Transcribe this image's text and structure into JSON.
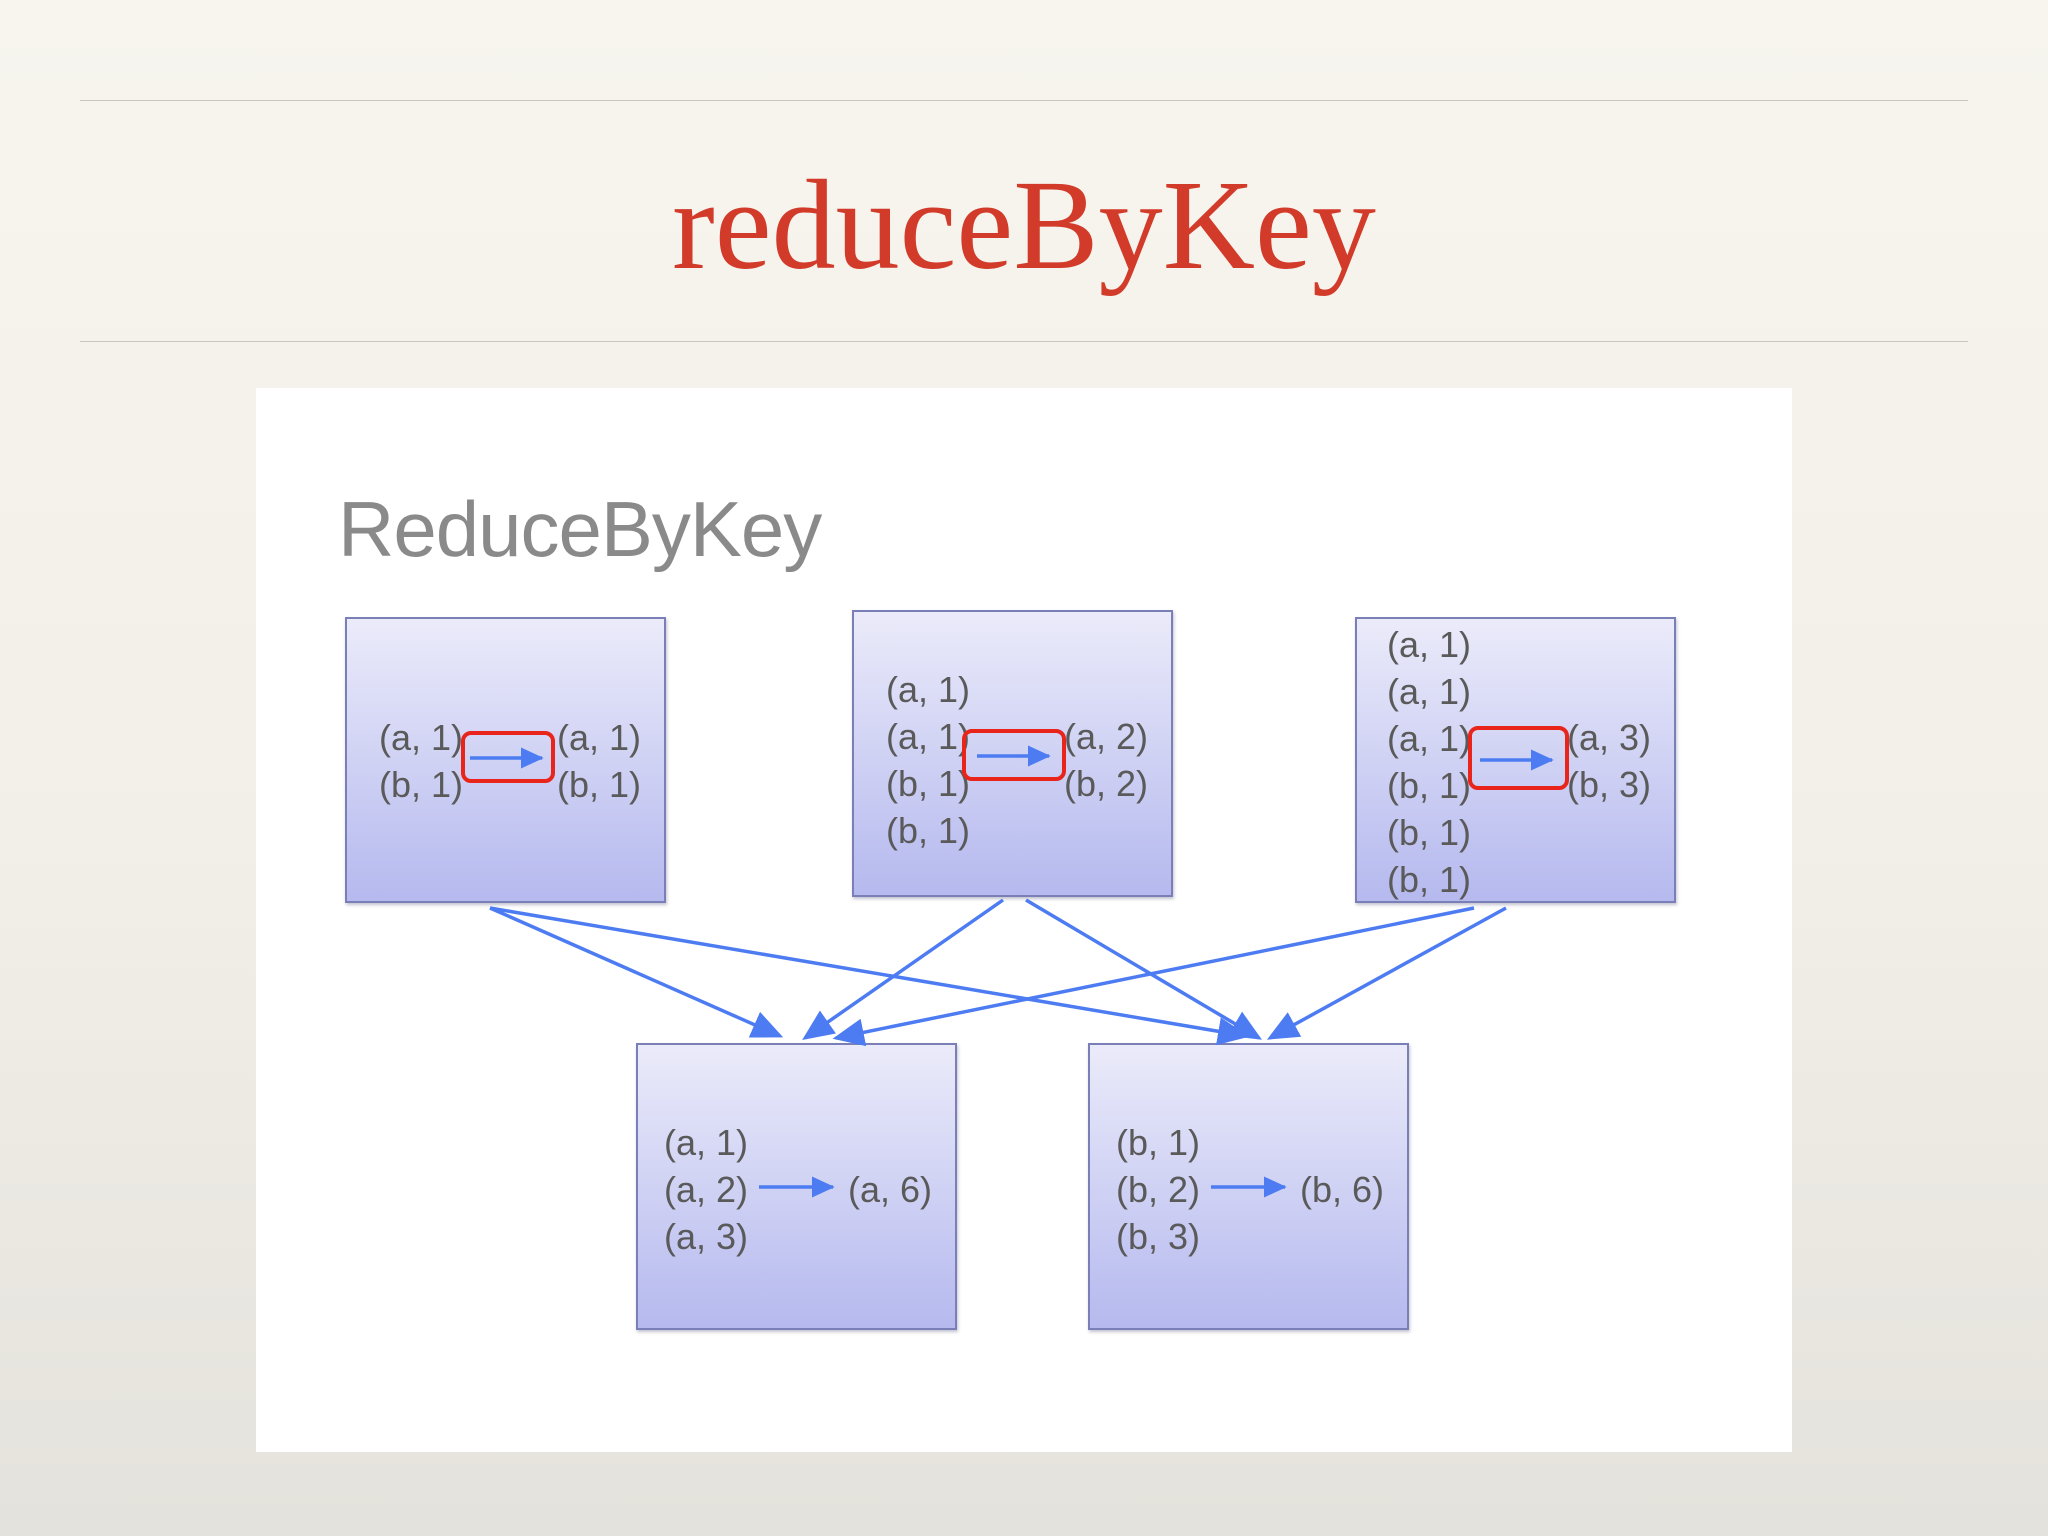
{
  "slide": {
    "title": "reduceByKey"
  },
  "diagram": {
    "title": "ReduceByKey",
    "partitions": [
      {
        "input": [
          "(a, 1)",
          "(b, 1)"
        ],
        "output": [
          "(a, 1)",
          "(b, 1)"
        ]
      },
      {
        "input": [
          "(a, 1)",
          "(a, 1)",
          "(b, 1)",
          "(b, 1)"
        ],
        "output": [
          "(a, 2)",
          "(b, 2)"
        ]
      },
      {
        "input": [
          "(a, 1)",
          "(a, 1)",
          "(a, 1)",
          "(b, 1)",
          "(b, 1)",
          "(b, 1)"
        ],
        "output": [
          "(a, 3)",
          "(b, 3)"
        ]
      }
    ],
    "reducers": [
      {
        "input": [
          "(a, 1)",
          "(a, 2)",
          "(a, 3)"
        ],
        "output": "(a, 6)"
      },
      {
        "input": [
          "(b, 1)",
          "(b, 2)",
          "(b, 3)"
        ],
        "output": "(b, 6)"
      }
    ],
    "colors": {
      "title": "#d23a2a",
      "arrow": "#4d7cf2",
      "highlight": "#e8241b",
      "box_border": "#7b7fb8"
    }
  }
}
